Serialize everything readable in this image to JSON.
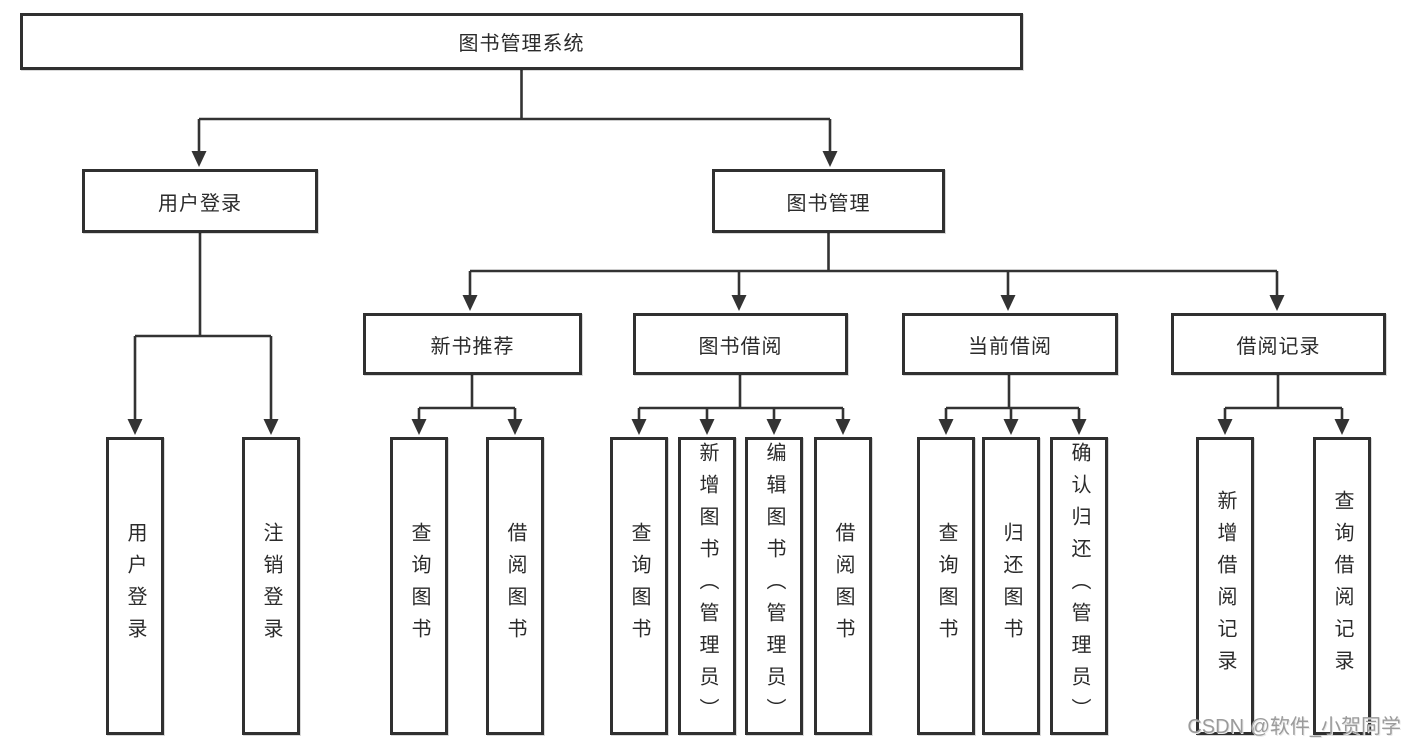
{
  "diagram": {
    "root": {
      "label": "图书管理系统"
    },
    "login": {
      "label": "用户登录",
      "children": [
        {
          "label": "用户登录"
        },
        {
          "label": "注销登录"
        }
      ]
    },
    "books": {
      "label": "图书管理",
      "sections": [
        {
          "label": "新书推荐",
          "children": [
            {
              "label": "查询图书"
            },
            {
              "label": "借阅图书"
            }
          ]
        },
        {
          "label": "图书借阅",
          "children": [
            {
              "label": "查询图书"
            },
            {
              "label": "新增图书（管理员）"
            },
            {
              "label": "编辑图书（管理员）"
            },
            {
              "label": "借阅图书"
            }
          ]
        },
        {
          "label": "当前借阅",
          "children": [
            {
              "label": "查询图书"
            },
            {
              "label": "归还图书"
            },
            {
              "label": "确认归还（管理员）"
            }
          ]
        },
        {
          "label": "借阅记录",
          "children": [
            {
              "label": "新增借阅记录"
            },
            {
              "label": "查询借阅记录"
            }
          ]
        }
      ]
    }
  },
  "watermark": {
    "text": "CSDN @软件_小贺同学"
  },
  "colors": {
    "background": "#ffffff",
    "box_border": "#303030",
    "connector_line": "#333333",
    "text": "#2b2b2b",
    "watermark_text": "#9b9b9b"
  }
}
